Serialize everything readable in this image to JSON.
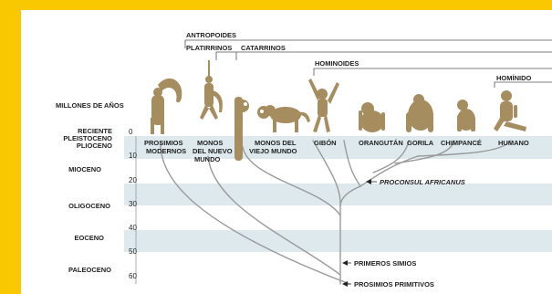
{
  "header": {
    "antropoides": "ANTROPOIDES",
    "platirrinos": "PLATIRRINOS",
    "catarrinos": "CATARRINOS",
    "hominoides": "HOMINOIDES",
    "hominido": "HOMÍNIDO"
  },
  "axis": {
    "title": "MILLONES DE AÑOS",
    "ticks": [
      "0",
      "10",
      "20",
      "30",
      "40",
      "50",
      "60"
    ],
    "epochs": [
      "RECIENTE",
      "PLEISTOCENO",
      "PLIOCENO",
      "MIOCENO",
      "OLIGOCENO",
      "EOCENO",
      "PALEOCENO"
    ]
  },
  "groups": {
    "prosimios": [
      "PROSIMIOS",
      "MODERNOS"
    ],
    "monos_nuevo": [
      "MONOS",
      "DEL NUEVO",
      "MUNDO"
    ],
    "monos_viejo": [
      "MONOS DEL",
      "VIEJO MUNDO"
    ],
    "gibon": "GIBÓN",
    "orangutan": "ORANGUTÁN",
    "gorila": "GORILA",
    "chimpance": "CHIMPANCÉ",
    "humano": "HUMANO"
  },
  "annotations": {
    "proconsul": "PROCONSUL AFRICANUS",
    "primeros_simios": "PRIMEROS SIMIOS",
    "prosimios_primitivos": "PROSIMIOS PRIMITIVOS"
  },
  "colors": {
    "frame": "#fac800",
    "band": "#dde9ec",
    "branch": "#9a9a9a",
    "animal": "#a68d5f"
  }
}
